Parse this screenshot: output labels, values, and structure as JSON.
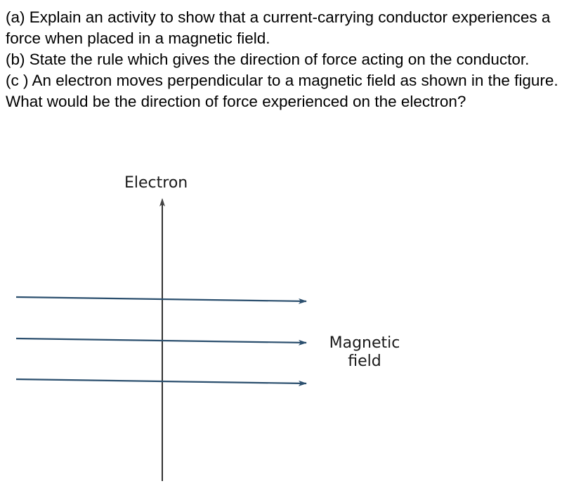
{
  "question": {
    "lines": [
      "(a) Explain an activity to show that a current-carrying conductor experiences a force when placed in a magnetic field.",
      "(b) State the rule which gives the direction of force acting on the conductor.",
      "(c ) An electron moves perpendicular to a magnetic field as shown in the figure.",
      "What would be the direction of force experienced on the electron?"
    ]
  },
  "figure": {
    "electron_label": "Electron",
    "field_label_line1": "Magnetic",
    "field_label_line2": "field",
    "colors": {
      "field_lines": "#2b4f6e",
      "electron_line": "#333333"
    }
  }
}
